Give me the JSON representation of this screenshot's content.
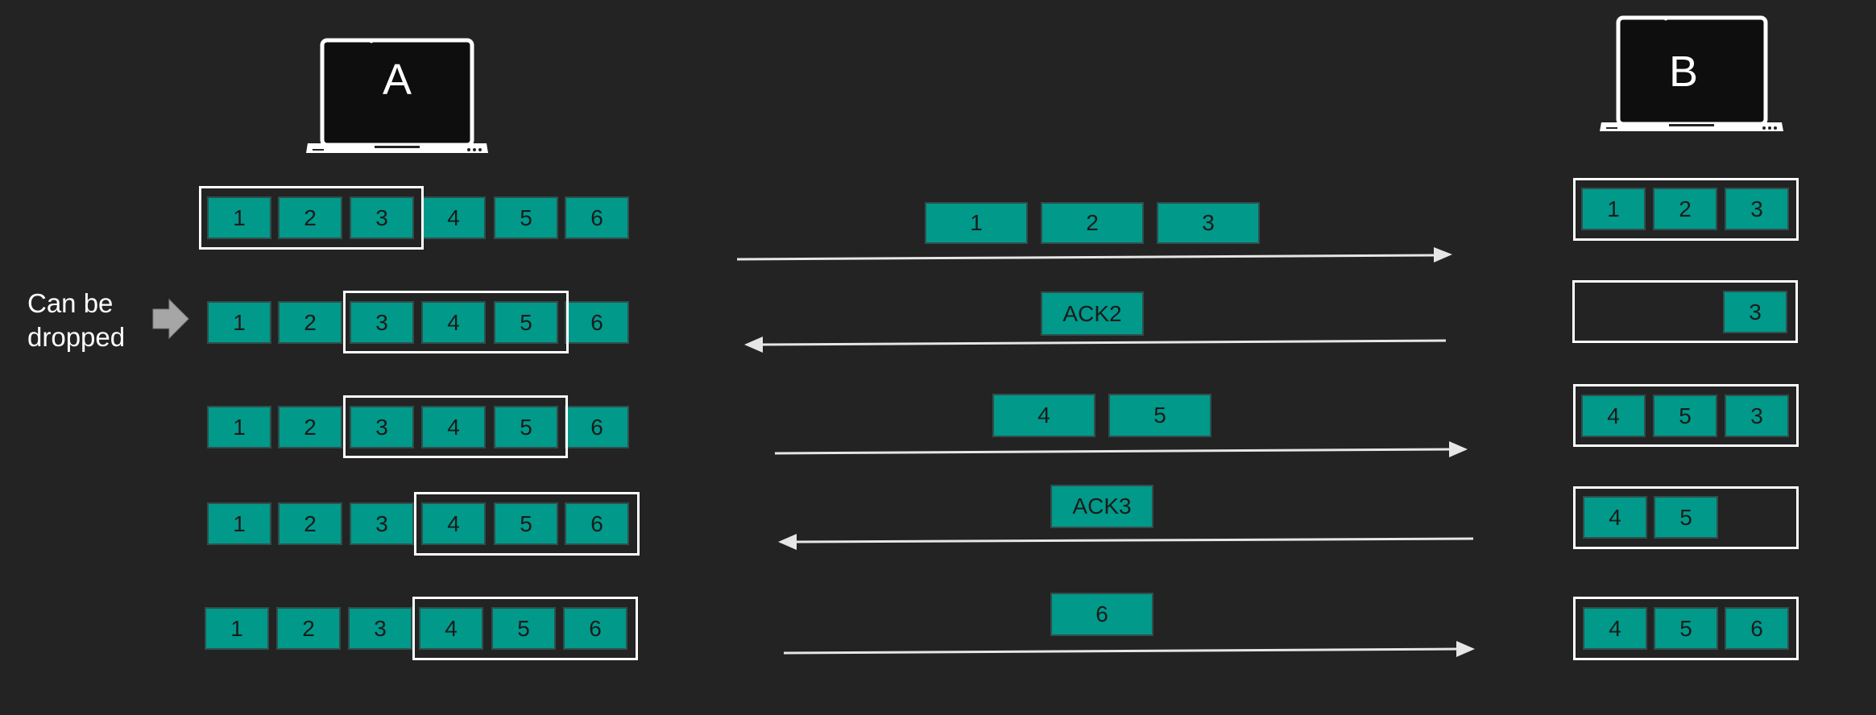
{
  "hosts": {
    "a_label": "A",
    "b_label": "B"
  },
  "note": {
    "line1": "Can be",
    "line2": "dropped"
  },
  "rows": [
    {
      "sender": [
        "1",
        "2",
        "3",
        "4",
        "5",
        "6"
      ],
      "message": [
        "1",
        "2",
        "3"
      ],
      "direction": "right",
      "receiver": [
        "1",
        "2",
        "3"
      ]
    },
    {
      "sender": [
        "1",
        "2",
        "3",
        "4",
        "5",
        "6"
      ],
      "message": [
        "ACK2"
      ],
      "direction": "left",
      "receiver": [
        "3"
      ]
    },
    {
      "sender": [
        "1",
        "2",
        "3",
        "4",
        "5",
        "6"
      ],
      "message": [
        "4",
        "5"
      ],
      "direction": "right",
      "receiver": [
        "4",
        "5",
        "3"
      ]
    },
    {
      "sender": [
        "1",
        "2",
        "3",
        "4",
        "5",
        "6"
      ],
      "message": [
        "ACK3"
      ],
      "direction": "left",
      "receiver": [
        "4",
        "5"
      ]
    },
    {
      "sender": [
        "1",
        "2",
        "3",
        "4",
        "5",
        "6"
      ],
      "message": [
        "6"
      ],
      "direction": "right",
      "receiver": [
        "4",
        "5",
        "6"
      ]
    }
  ],
  "colors": {
    "background": "#232323",
    "packet": "#00998a",
    "outline": "#ffffff"
  }
}
